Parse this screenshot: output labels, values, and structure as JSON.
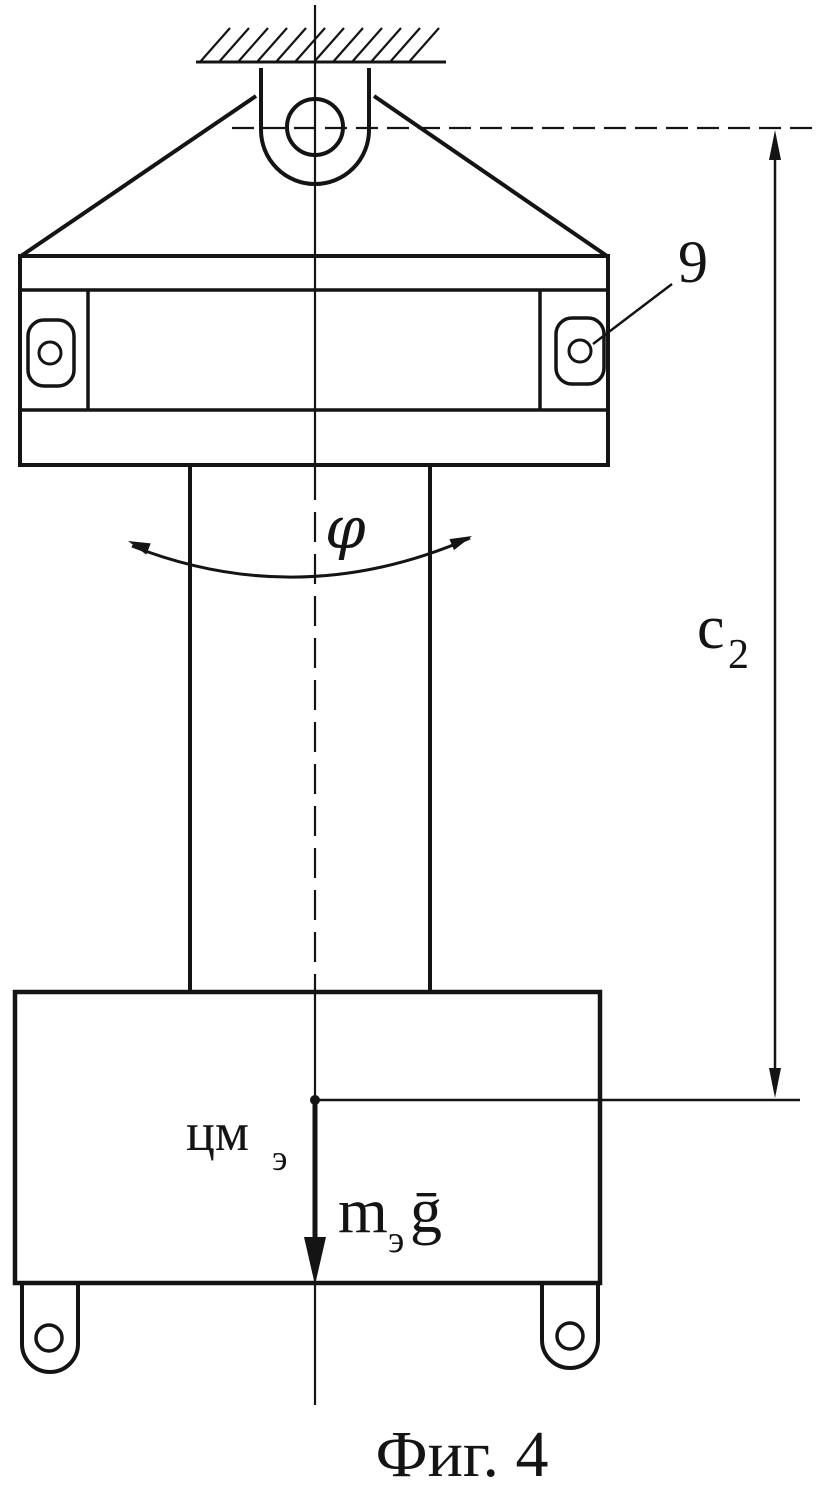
{
  "figure": {
    "caption": "Фиг. 4"
  },
  "labels": {
    "part_number": "9",
    "swing_angle": "φ",
    "dimension": {
      "main": "c",
      "sub": "2"
    },
    "center_of_mass": {
      "main": "цм",
      "sub": "э"
    },
    "gravity_force": {
      "m": "m",
      "sub": "э",
      "g": "ḡ"
    }
  },
  "colors": {
    "ink": "#141414",
    "background": "#ffffff"
  }
}
